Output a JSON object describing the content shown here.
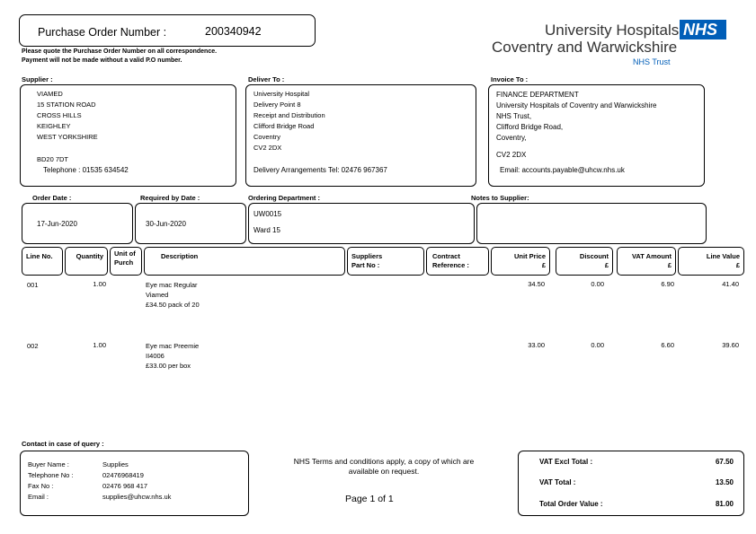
{
  "header": {
    "po_label": "Purchase Order Number :",
    "po_number": "200340942",
    "notice_line1": "Please quote the Purchase Order Number on all correspondence.",
    "notice_line2": "Payment will not be made without a valid P.O number."
  },
  "logo": {
    "line1": "University Hospitals",
    "line2": "Coventry and Warwickshire",
    "badge": "NHS",
    "trust": "NHS Trust",
    "brand_color": "#005EB8"
  },
  "supplier": {
    "label": "Supplier :",
    "lines": [
      "VIAMED",
      "15 STATION ROAD",
      "CROSS HILLS",
      "KEIGHLEY",
      "WEST YORKSHIRE"
    ],
    "postcode": "BD20 7DT",
    "telephone": "Telephone : 01535 634542"
  },
  "deliver": {
    "label": "Deliver To :",
    "lines": [
      "University Hospital",
      "Delivery Point 8",
      "Receipt and Distribution",
      "Clifford Bridge Road",
      "Coventry",
      "CV2 2DX"
    ],
    "arrangements": "Delivery Arrangements Tel: 02476 967367"
  },
  "invoice": {
    "label": "Invoice To :",
    "lines": [
      "FINANCE DEPARTMENT",
      "University Hospitals of Coventry and Warwickshire",
      "NHS Trust,",
      "Clifford Bridge Road,",
      "Coventry,"
    ],
    "postcode": "CV2 2DX",
    "email": "Email: accounts.payable@uhcw.nhs.uk"
  },
  "order": {
    "order_date_label": "Order Date :",
    "order_date": "17-Jun-2020",
    "required_label": "Required by Date :",
    "required_date": "30-Jun-2020",
    "dept_label": "Ordering Department :",
    "dept_code": "UW0015",
    "dept_name": "Ward 15",
    "notes_label": "Notes to Supplier:"
  },
  "table": {
    "headers": {
      "line_no": "Line No.",
      "quantity": "Quantity",
      "unit1": "Unit of",
      "unit2": "Purch",
      "description": "Description",
      "supp1": "Suppliers",
      "supp2": "Part No :",
      "contract1": "Contract",
      "contract2": "Reference :",
      "unit_price1": "Unit Price",
      "unit_price2": "£",
      "discount1": "Discount",
      "discount2": "£",
      "vat1": "VAT Amount",
      "vat2": "£",
      "line_value1": "Line Value",
      "line_value2": "£"
    },
    "rows": [
      {
        "line": "001",
        "qty": "1.00",
        "desc": [
          "Eye mac Regular",
          "Viamed",
          "£34.50 pack of 20"
        ],
        "price": "34.50",
        "discount": "0.00",
        "vat": "6.90",
        "value": "41.40"
      },
      {
        "line": "002",
        "qty": "1.00",
        "desc": [
          "Eye mac Preemie",
          "II4006",
          "£33.00 per box"
        ],
        "price": "33.00",
        "discount": "0.00",
        "vat": "6.60",
        "value": "39.60"
      }
    ]
  },
  "contact": {
    "label": "Contact in case of query :",
    "buyer_label": "Buyer Name :",
    "buyer": "Supplies",
    "tel_label": "Telephone No :",
    "tel": "02476968419",
    "fax_label": "Fax No :",
    "fax": "02476 968 417",
    "email_label": "Email :",
    "email": "supplies@uhcw.nhs.uk"
  },
  "terms": {
    "line1": "NHS Terms and conditions apply, a copy of which are",
    "line2": "available on request.",
    "page": "Page 1 of 1"
  },
  "totals": {
    "excl_label": "VAT Excl Total :",
    "excl": "67.50",
    "vat_label": "VAT Total :",
    "vat": "13.50",
    "total_label": "Total Order Value :",
    "total": "81.00"
  }
}
